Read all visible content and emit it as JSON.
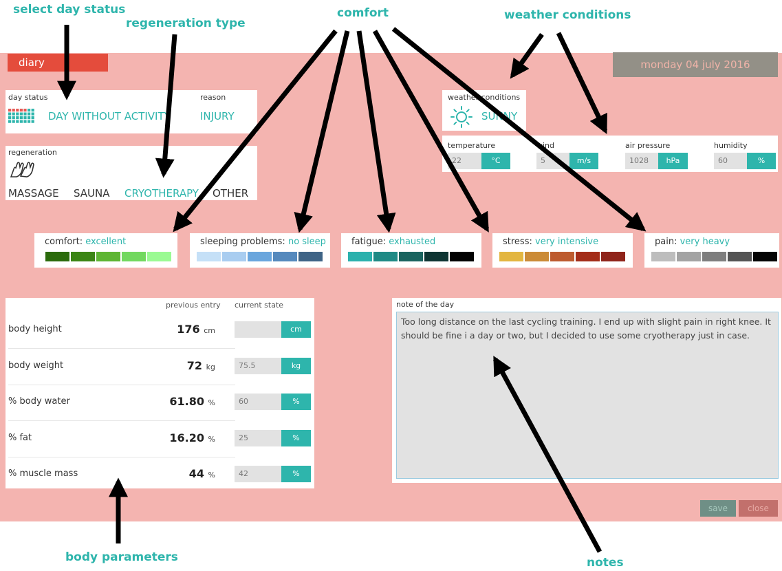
{
  "annotations": {
    "day_status": "select day status",
    "regeneration_type": "regeneration type",
    "comfort": "comfort",
    "weather": "weather conditions",
    "body": "body parameters",
    "notes": "notes"
  },
  "header": {
    "tab": "diary",
    "date": "monday 04 july 2016"
  },
  "day_status": {
    "label": "day status",
    "value": "DAY WITHOUT ACTIVITY",
    "reason_label": "reason",
    "reason_value": "INJURY"
  },
  "regeneration": {
    "label": "regeneration",
    "options": [
      "MASSAGE",
      "SAUNA",
      "CRYOTHERAPY",
      "OTHER"
    ],
    "selected": "CRYOTHERAPY"
  },
  "weather": {
    "label": "weather conditions",
    "value": "SUNNY",
    "temperature": {
      "label": "temperature",
      "value": "22",
      "unit": "°C"
    },
    "wind": {
      "label": "wind",
      "value": "5",
      "unit": "m/s"
    },
    "pressure": {
      "label": "air pressure",
      "value": "1028",
      "unit": "hPa"
    },
    "humidity": {
      "label": "humidity",
      "value": "60",
      "unit": "%"
    }
  },
  "scales": [
    {
      "label": "comfort:",
      "value": "excellent",
      "colors": [
        "#2b6b0c",
        "#3b8515",
        "#5eb533",
        "#72d85f",
        "#9afa93"
      ]
    },
    {
      "label": "sleeping problems:",
      "value": "no sleep",
      "colors": [
        "#c5e0f7",
        "#a9cdf0",
        "#6aa6dd",
        "#5589bd",
        "#3f6486"
      ]
    },
    {
      "label": "fatigue:",
      "value": "exhausted",
      "colors": [
        "#2bb1ad",
        "#1f8a85",
        "#1a645f",
        "#0f3533",
        "#020202"
      ]
    },
    {
      "label": "stress:",
      "value": "very intensive",
      "colors": [
        "#e3b640",
        "#cb8b37",
        "#bd5b2f",
        "#a32d19",
        "#8f241a"
      ]
    },
    {
      "label": "pain:",
      "value": "very heavy",
      "colors": [
        "#bdbdbd",
        "#a3a3a3",
        "#7e7e7e",
        "#545454",
        "#050505"
      ]
    }
  ],
  "body": {
    "previous_header": "previous entry",
    "current_header": "current state",
    "rows": [
      {
        "label": "body height",
        "prev": "176",
        "prev_unit": "cm",
        "current": "",
        "unit": "cm"
      },
      {
        "label": "body weight",
        "prev": "72",
        "prev_unit": "kg",
        "current": "75.5",
        "unit": "kg"
      },
      {
        "label": "% body water",
        "prev": "61.80",
        "prev_unit": "%",
        "current": "60",
        "unit": "%"
      },
      {
        "label": "% fat",
        "prev": "16.20",
        "prev_unit": "%",
        "current": "25",
        "unit": "%"
      },
      {
        "label": "% muscle mass",
        "prev": "44",
        "prev_unit": "%",
        "current": "42",
        "unit": "%"
      }
    ]
  },
  "note": {
    "label": "note of the day",
    "text": "Too long distance on the last cycling training. I end up with slight pain in right knee. It should be fine i a day or two, but I decided to use some cryotherapy just in case."
  },
  "buttons": {
    "save": "save",
    "close": "close"
  },
  "colors": {
    "accent": "#2eb5ac",
    "background": "#f4b4b0",
    "tab": "#e44c3c",
    "date": "#939087"
  }
}
